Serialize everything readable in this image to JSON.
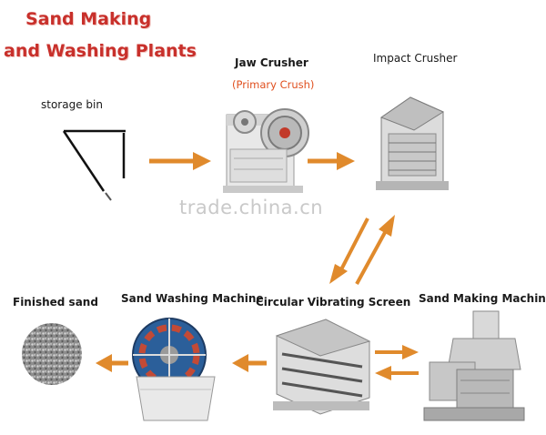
{
  "title": {
    "line1": "Sand Making",
    "line2": "and Washing Plants"
  },
  "nodes": {
    "storage_bin": "storage bin",
    "jaw_crusher": {
      "label": "Jaw Crusher",
      "sub": "(Primary Crush)"
    },
    "impact_crusher": "Impact Crusher",
    "sand_making_machine": "Sand Making Machine",
    "circular_vibrating_screen": "Circular Vibrating Screen",
    "sand_washing_machine": "Sand Washing Machine",
    "finished_sand": "Finished sand"
  },
  "watermark": "trade.china.cn",
  "colors": {
    "title": "#c8302b",
    "arrow": "#e08a2c",
    "subtitle": "#e0501f"
  }
}
